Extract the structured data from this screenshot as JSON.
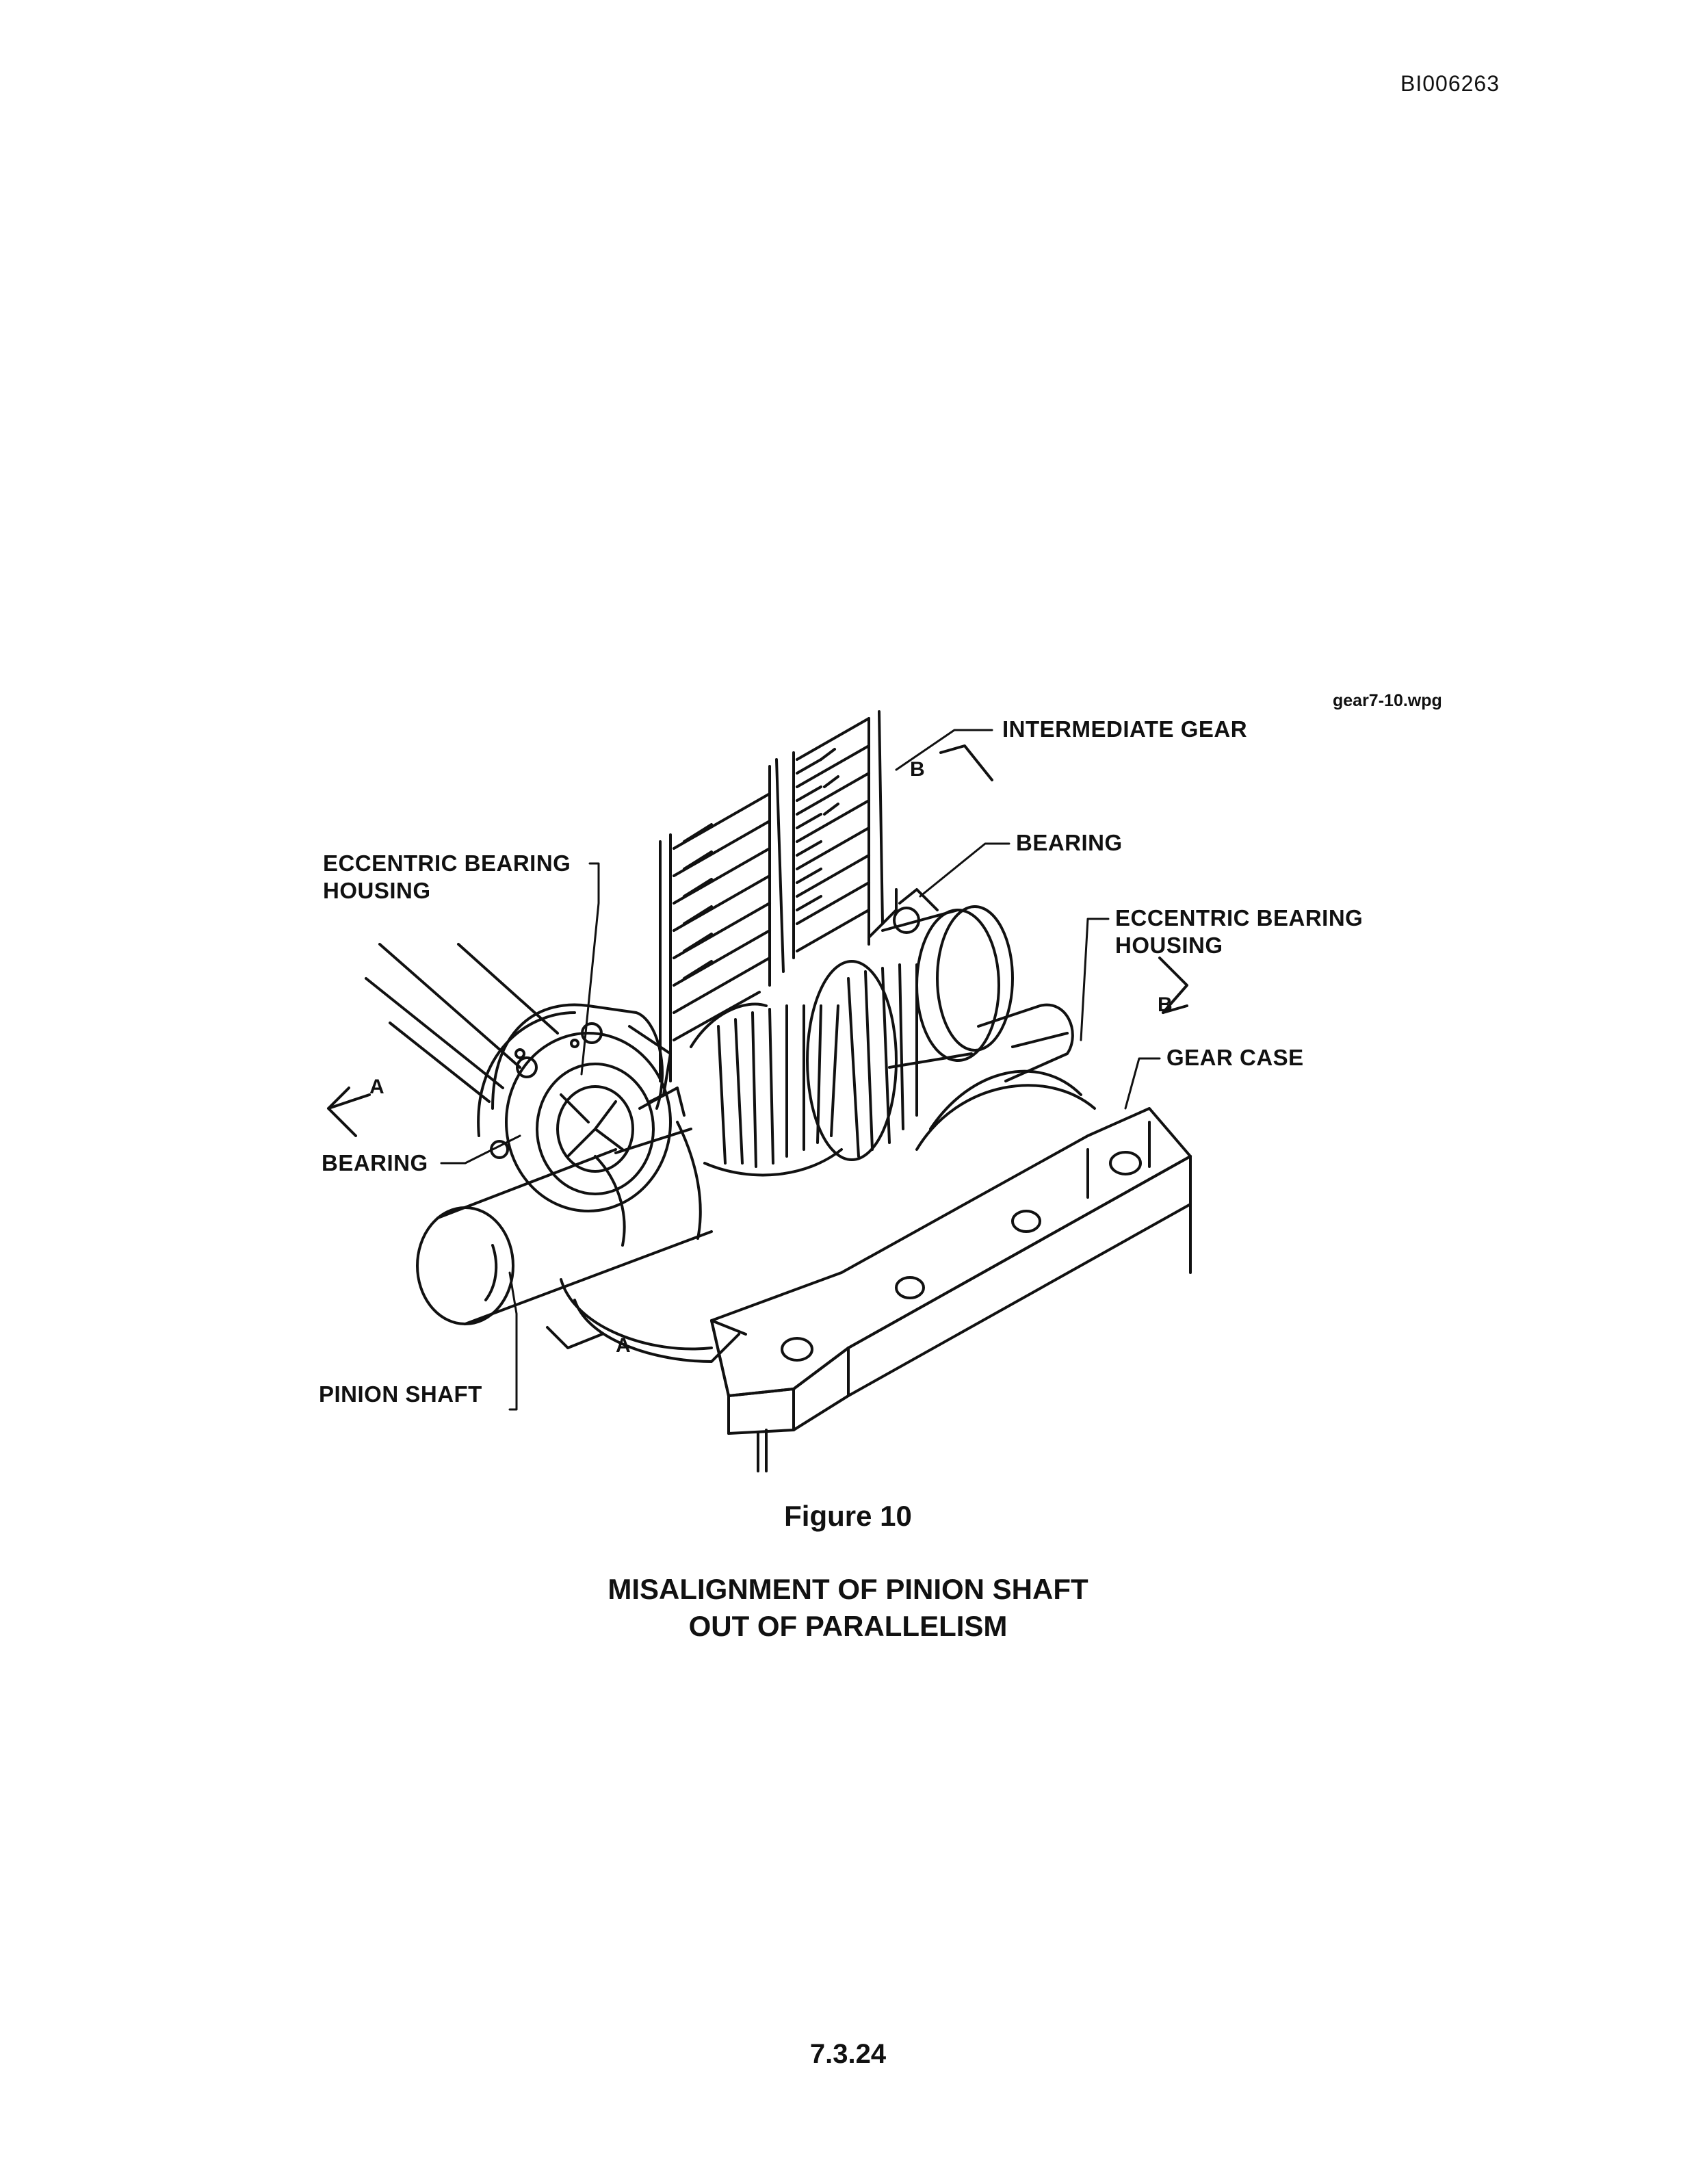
{
  "header": {
    "doc_id": "BI006263"
  },
  "figure": {
    "file_tag": "gear7-10.wpg",
    "labels": {
      "intermediate_gear": "INTERMEDIATE GEAR",
      "bearing_right": "BEARING",
      "eccentric_right_1": "ECCENTRIC BEARING",
      "eccentric_right_2": "HOUSING",
      "gear_case": "GEAR CASE",
      "eccentric_left_1": "ECCENTRIC BEARING",
      "eccentric_left_2": "HOUSING",
      "bearing_left": "BEARING",
      "pinion_shaft": "PINION SHAFT"
    },
    "section_marks": {
      "a_left": "A",
      "a_bottom": "A",
      "b_top": "B",
      "b_right": "B"
    }
  },
  "caption": {
    "number": "Figure 10",
    "line1": "MISALIGNMENT OF PINION SHAFT",
    "line2": "OUT OF PARALLELISM"
  },
  "footer": {
    "page_number": "7.3.24"
  }
}
